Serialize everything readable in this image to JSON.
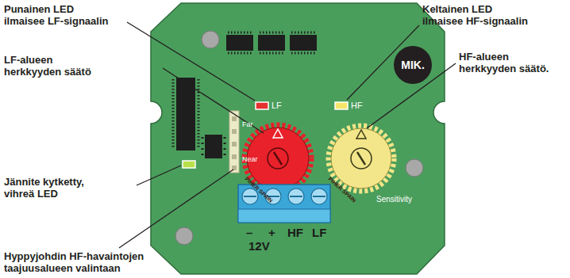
{
  "diagram": {
    "nodes": [
      {
        "text": [
          "MIK."
        ]
      }
    ],
    "labels": [
      "Punainen LED ilmaisee LF-signaalin",
      "LF-alueen herkkyyden säätö",
      "Keltainen LED ilmaisee HF-signaalin",
      "HF-alueen herkkyyden säätö.",
      "Jännite kytketty, vihreä LED",
      "Hyppyjohdin HF-havaintojen taajuusalueen valintaan",
      "LF",
      "HF",
      "Far",
      "Near",
      "Sensitivity",
      "–",
      "+",
      "HF",
      "LF",
      "12V",
      "PIHER SPAIN",
      "PIHER SPAIN"
    ]
  }
}
